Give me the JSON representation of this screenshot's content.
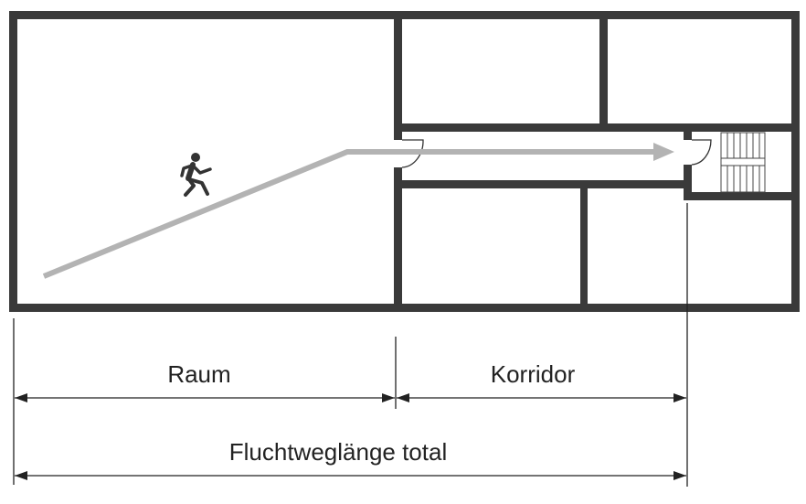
{
  "labels": {
    "room": "Raum",
    "corridor": "Korridor",
    "total": "Fluchtweglänge total"
  },
  "colors": {
    "wall": "#3a3a3a",
    "escape_route": "#b3b3b3",
    "dimension": "#222222"
  },
  "icons": [
    "running-person-icon",
    "staircase-icon",
    "door-icon"
  ]
}
